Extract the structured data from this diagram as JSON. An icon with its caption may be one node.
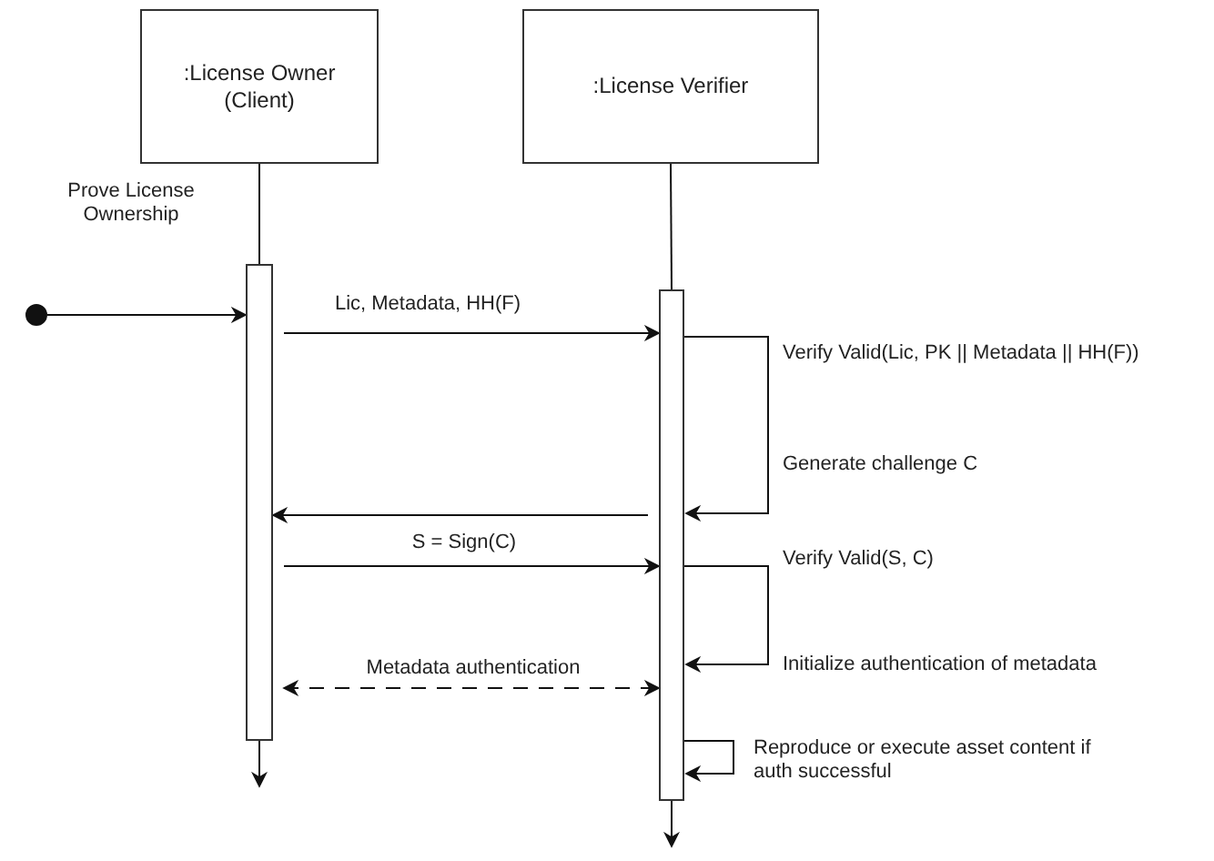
{
  "diagram": {
    "nodes": [
      {
        "text": [
          ":License Owner (Client)"
        ]
      },
      {
        "text": [
          ":License Verifier"
        ]
      },
      {
        "text": [],
        "shape": "bar"
      },
      {
        "text": [],
        "shape": "bar"
      },
      {
        "text": [],
        "shape": "circle"
      }
    ],
    "edges": [
      {
        "from": 0,
        "to": 2,
        "arrow": "none"
      },
      {
        "from": 1,
        "to": 3,
        "arrow": "none"
      },
      {
        "from": 4,
        "to": 2,
        "arrow": "to",
        "label": "Prove License Ownership"
      },
      {
        "from": 2,
        "to": 3,
        "arrow": "to",
        "label": "Lic, Metadata, HH(F)"
      },
      {
        "from": 3,
        "to": 3,
        "arrow": "to",
        "label": "Verify Valid(Lic, PK || Metadata || HH(F))"
      },
      {
        "from": 3,
        "to": 2,
        "arrow": "to"
      },
      {
        "from": 2,
        "to": 3,
        "arrow": "to",
        "label": "S = Sign(C)"
      },
      {
        "from": 3,
        "to": 3,
        "arrow": "to",
        "label": "Verify Valid(S, C)"
      },
      {
        "from": 2,
        "to": 3,
        "arrow": "both",
        "style": "dashed",
        "label": "Metadata authentication"
      },
      {
        "from": 3,
        "to": 3,
        "arrow": "to",
        "label": "Reproduce or execute asset content if auth successful"
      },
      {
        "from": 2,
        "to": null,
        "arrow": "to"
      },
      {
        "from": 3,
        "to": null,
        "arrow": "to"
      }
    ],
    "labels": [
      "Generate challenge C",
      "Initialize authentication of metadata"
    ]
  }
}
